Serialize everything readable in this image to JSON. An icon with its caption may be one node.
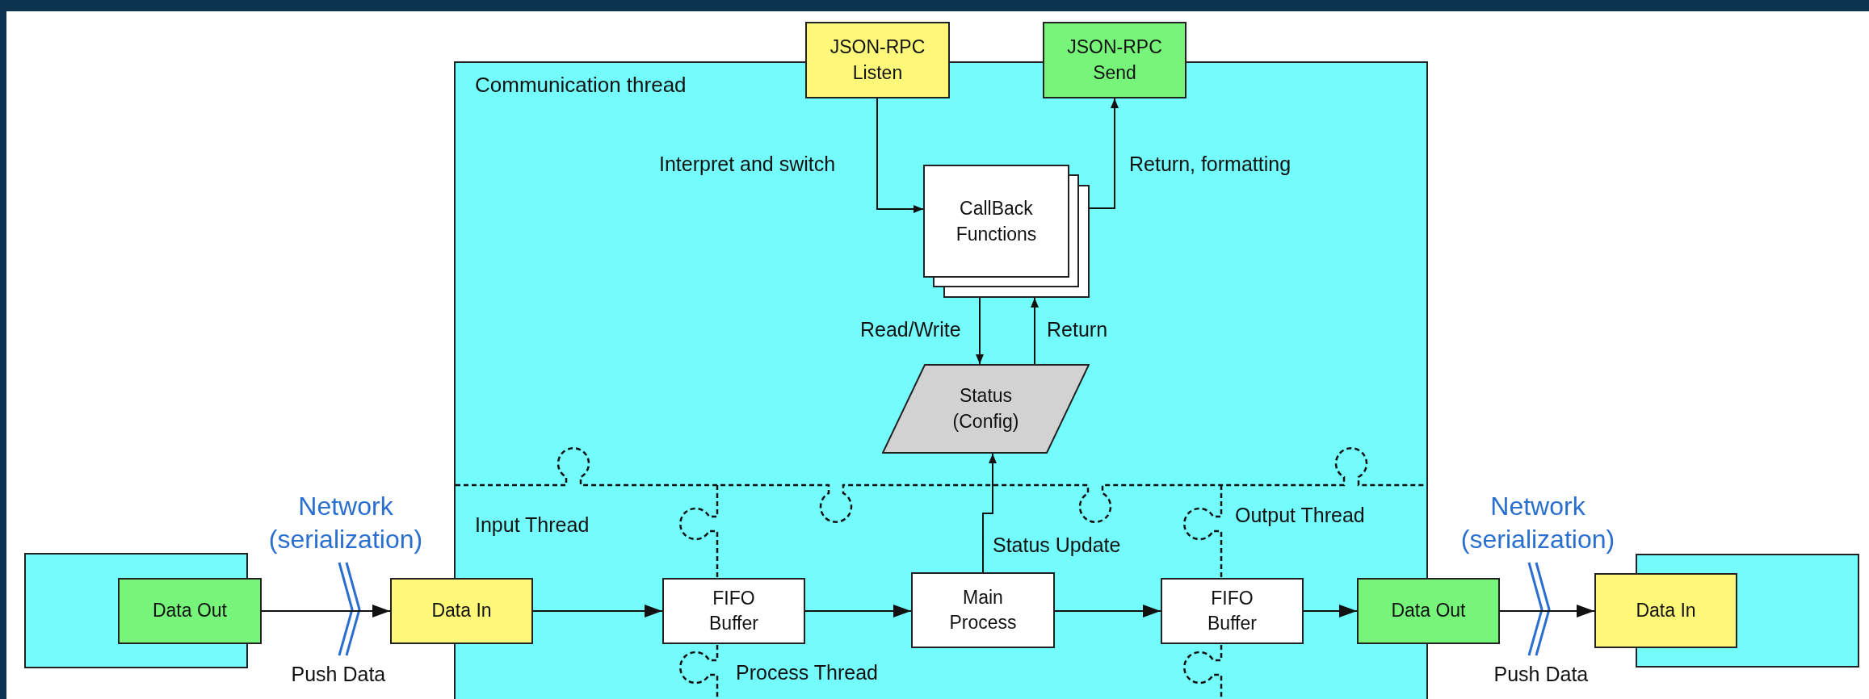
{
  "diagram": {
    "nodes": [
      {
        "text": [
          "Communication thread"
        ]
      },
      {
        "text": [
          "JSON-RPC Listen"
        ]
      },
      {
        "text": [
          "JSON-RPC Send"
        ]
      },
      {
        "text": [
          "CallBack Functions"
        ],
        "in": 0
      },
      {
        "text": [
          "Status (Config)"
        ],
        "in": 0
      },
      {
        "text": [],
        "shape": "box"
      },
      {
        "text": [
          "Data Out"
        ]
      },
      {
        "text": [
          "Data In"
        ]
      },
      {
        "text": [
          "FIFO Buffer"
        ],
        "in": 0
      },
      {
        "text": [
          "Main Process"
        ],
        "in": 0
      },
      {
        "text": [
          "FIFO Buffer"
        ],
        "in": 0
      },
      {
        "text": [
          "Data Out"
        ]
      },
      {
        "text": [],
        "shape": "box"
      },
      {
        "text": [
          "Data In"
        ]
      }
    ],
    "edges": [
      {
        "from": 1,
        "to": 3,
        "arrow": "to",
        "label": "Interpret and switch"
      },
      {
        "from": 3,
        "to": 2,
        "arrow": "to",
        "label": "Return, formatting"
      },
      {
        "from": 3,
        "to": 4,
        "arrow": "to",
        "label": "Read/Write"
      },
      {
        "from": 4,
        "to": 3,
        "arrow": "to",
        "label": "Return"
      },
      {
        "from": 9,
        "to": 4,
        "arrow": "to",
        "label": "Status Update"
      },
      {
        "from": 6,
        "to": 7,
        "arrow": "to",
        "label": "Push Data"
      },
      {
        "from": 7,
        "to": 8,
        "arrow": "to"
      },
      {
        "from": 8,
        "to": 9,
        "arrow": "to"
      },
      {
        "from": 9,
        "to": 10,
        "arrow": "to"
      },
      {
        "from": 10,
        "to": 11,
        "arrow": "to"
      },
      {
        "from": 11,
        "to": 13,
        "arrow": "to",
        "label": "Push Data"
      }
    ],
    "labels": [
      "Network (serialization)",
      "Input Thread",
      "Output Thread",
      "Network (serialization)",
      "Process Thread"
    ]
  }
}
